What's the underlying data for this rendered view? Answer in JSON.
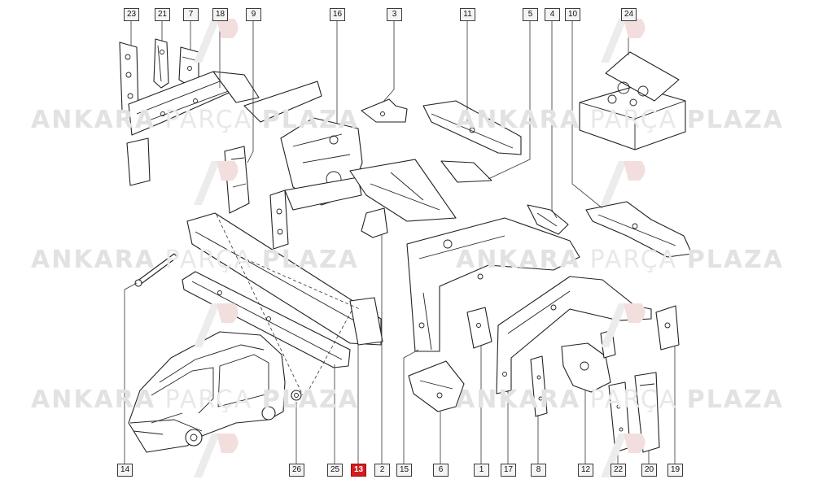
{
  "diagram": {
    "watermark": {
      "part1": "ANKARA",
      "part2": "PARÇA",
      "part3": "PLAZA"
    },
    "highlight_color": "#d41c1c",
    "callouts": [
      {
        "id": "c23",
        "label": "23",
        "highlighted": false
      },
      {
        "id": "c21",
        "label": "21",
        "highlighted": false
      },
      {
        "id": "c7",
        "label": "7",
        "highlighted": false
      },
      {
        "id": "c18",
        "label": "18",
        "highlighted": false
      },
      {
        "id": "c9",
        "label": "9",
        "highlighted": false
      },
      {
        "id": "c16",
        "label": "16",
        "highlighted": false
      },
      {
        "id": "c3",
        "label": "3",
        "highlighted": false
      },
      {
        "id": "c11",
        "label": "11",
        "highlighted": false
      },
      {
        "id": "c5",
        "label": "5",
        "highlighted": false
      },
      {
        "id": "c4",
        "label": "4",
        "highlighted": false
      },
      {
        "id": "c10",
        "label": "10",
        "highlighted": false
      },
      {
        "id": "c24",
        "label": "24",
        "highlighted": false
      },
      {
        "id": "c14",
        "label": "14",
        "highlighted": false
      },
      {
        "id": "c26",
        "label": "26",
        "highlighted": false
      },
      {
        "id": "c25",
        "label": "25",
        "highlighted": false
      },
      {
        "id": "c13",
        "label": "13",
        "highlighted": true
      },
      {
        "id": "c2",
        "label": "2",
        "highlighted": false
      },
      {
        "id": "c15",
        "label": "15",
        "highlighted": false
      },
      {
        "id": "c6",
        "label": "6",
        "highlighted": false
      },
      {
        "id": "c1",
        "label": "1",
        "highlighted": false
      },
      {
        "id": "c17",
        "label": "17",
        "highlighted": false
      },
      {
        "id": "c8",
        "label": "8",
        "highlighted": false
      },
      {
        "id": "c12",
        "label": "12",
        "highlighted": false
      },
      {
        "id": "c22",
        "label": "22",
        "highlighted": false
      },
      {
        "id": "c20",
        "label": "20",
        "highlighted": false
      },
      {
        "id": "c19",
        "label": "19",
        "highlighted": false
      }
    ]
  }
}
